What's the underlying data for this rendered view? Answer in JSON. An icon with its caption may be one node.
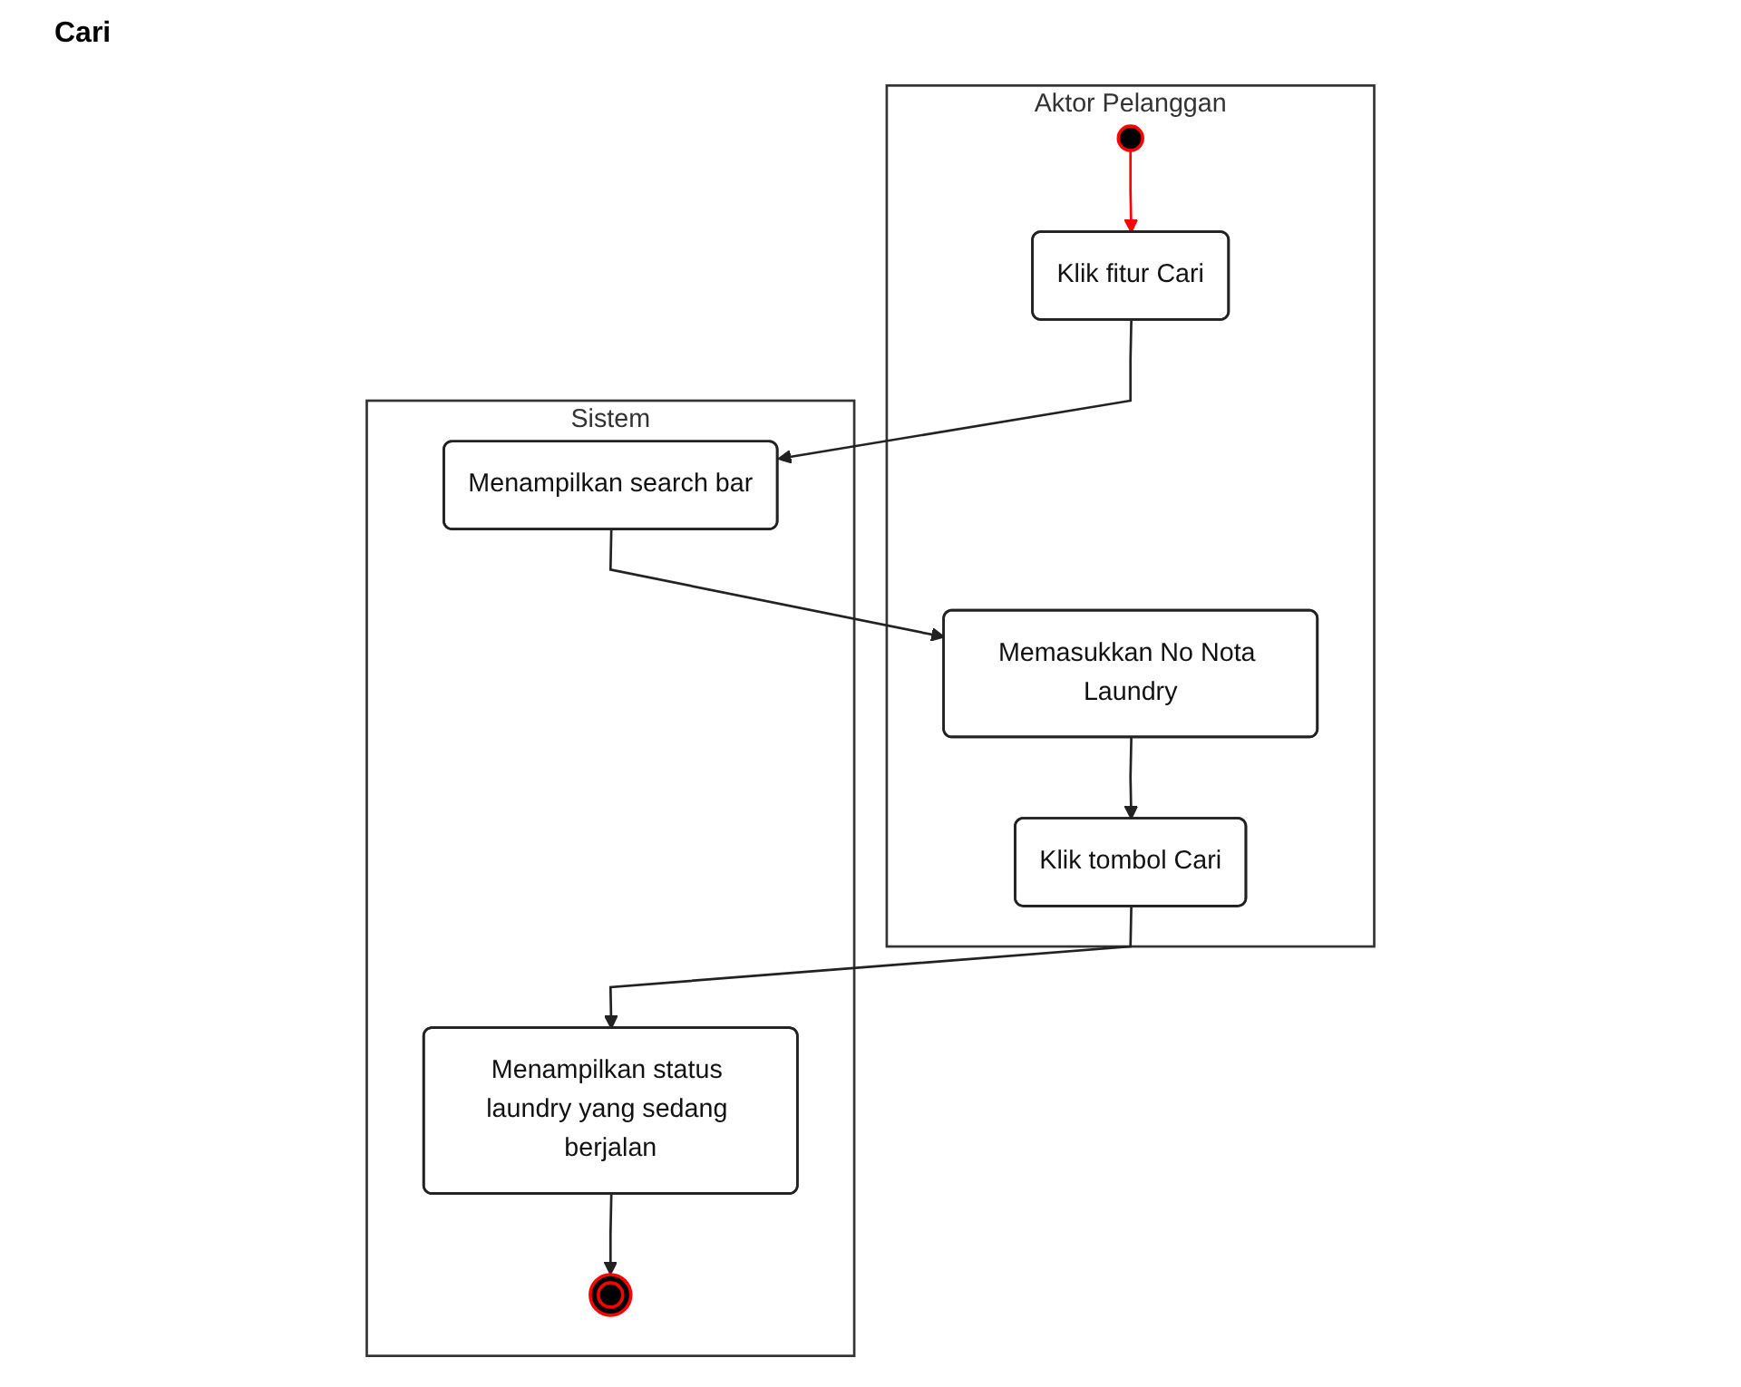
{
  "diagram": {
    "title": "Cari",
    "nodes": [
      {
        "text": [
          "Aktor Pelanggan"
        ]
      },
      {
        "text": [
          "Sistem"
        ]
      },
      {
        "text": [],
        "shape": "circle",
        "in": 0
      },
      {
        "text": [
          "Klik fitur Cari"
        ],
        "in": 0
      },
      {
        "text": [
          "Menampilkan search bar"
        ],
        "in": 1
      },
      {
        "text": [
          "Memasukkan No Nota Laundry"
        ],
        "in": 0
      },
      {
        "text": [
          "Klik tombol Cari"
        ],
        "in": 0
      },
      {
        "text": [
          "Menampilkan status laundry yang sedang berjalan"
        ],
        "in": 1
      },
      {
        "text": [],
        "shape": "bullseye",
        "in": 1
      }
    ],
    "edges": [
      {
        "from": 2,
        "to": 3,
        "arrow": "to",
        "color": "#ff0000"
      },
      {
        "from": 3,
        "to": 4,
        "arrow": "to"
      },
      {
        "from": 4,
        "to": 5,
        "arrow": "to"
      },
      {
        "from": 5,
        "to": 6,
        "arrow": "to"
      },
      {
        "from": 6,
        "to": 7,
        "arrow": "to"
      },
      {
        "from": 7,
        "to": 8,
        "arrow": "to"
      }
    ]
  }
}
